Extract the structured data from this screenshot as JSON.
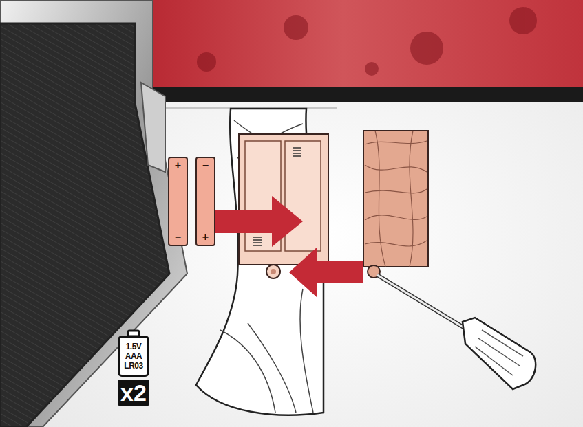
{
  "diagram": {
    "nodes": [
      {
        "text": [
          "+",
          "−"
        ]
      },
      {
        "text": [
          "−",
          "+"
        ]
      },
      {
        "text": [
          "1.5V AAA LR03"
        ]
      },
      {
        "text": [
          "x2"
        ]
      }
    ]
  }
}
